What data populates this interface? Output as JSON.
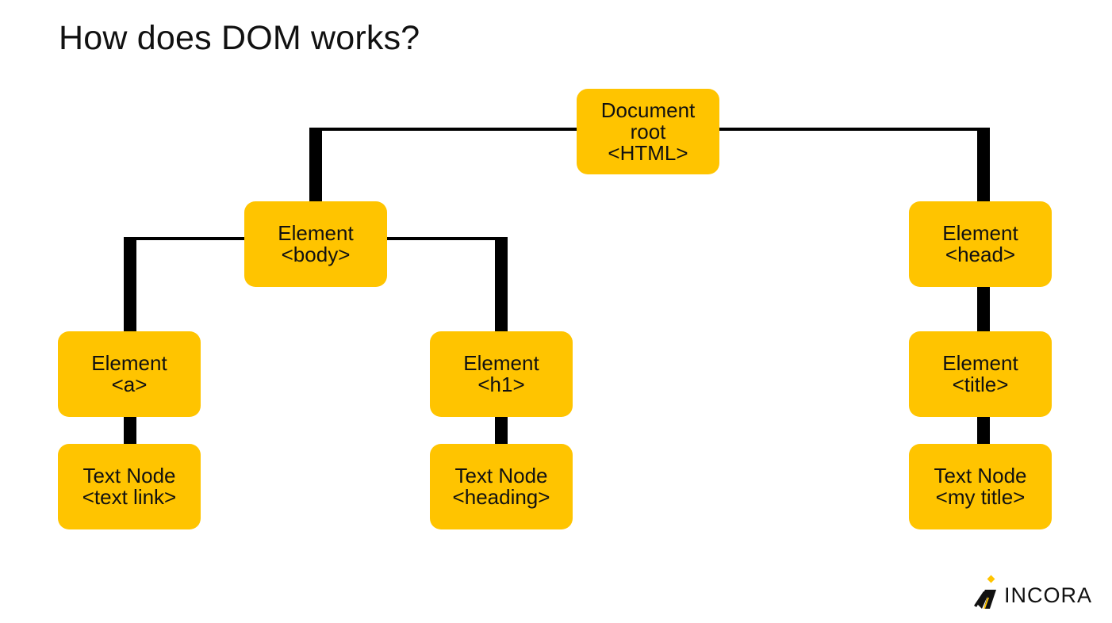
{
  "title": "How does DOM works?",
  "colors": {
    "node_fill": "#FFC400",
    "line": "#000000",
    "text": "#111111"
  },
  "nodes": {
    "root": {
      "line1": "Document",
      "line2": "root",
      "line3": "<HTML>"
    },
    "body": {
      "line1": "Element",
      "line2": "<body>"
    },
    "head": {
      "line1": "Element",
      "line2": "<head>"
    },
    "a": {
      "line1": "Element",
      "line2": "<a>"
    },
    "h1": {
      "line1": "Element",
      "line2": "<h1>"
    },
    "title": {
      "line1": "Element",
      "line2": "<title>"
    },
    "text_link": {
      "line1": "Text Node",
      "line2": "<text link>"
    },
    "text_heading": {
      "line1": "Text Node",
      "line2": "<heading>"
    },
    "text_title": {
      "line1": "Text Node",
      "line2": "<my title>"
    }
  },
  "logo": {
    "text": "INCORA",
    "icon": "incora-logo-icon"
  }
}
